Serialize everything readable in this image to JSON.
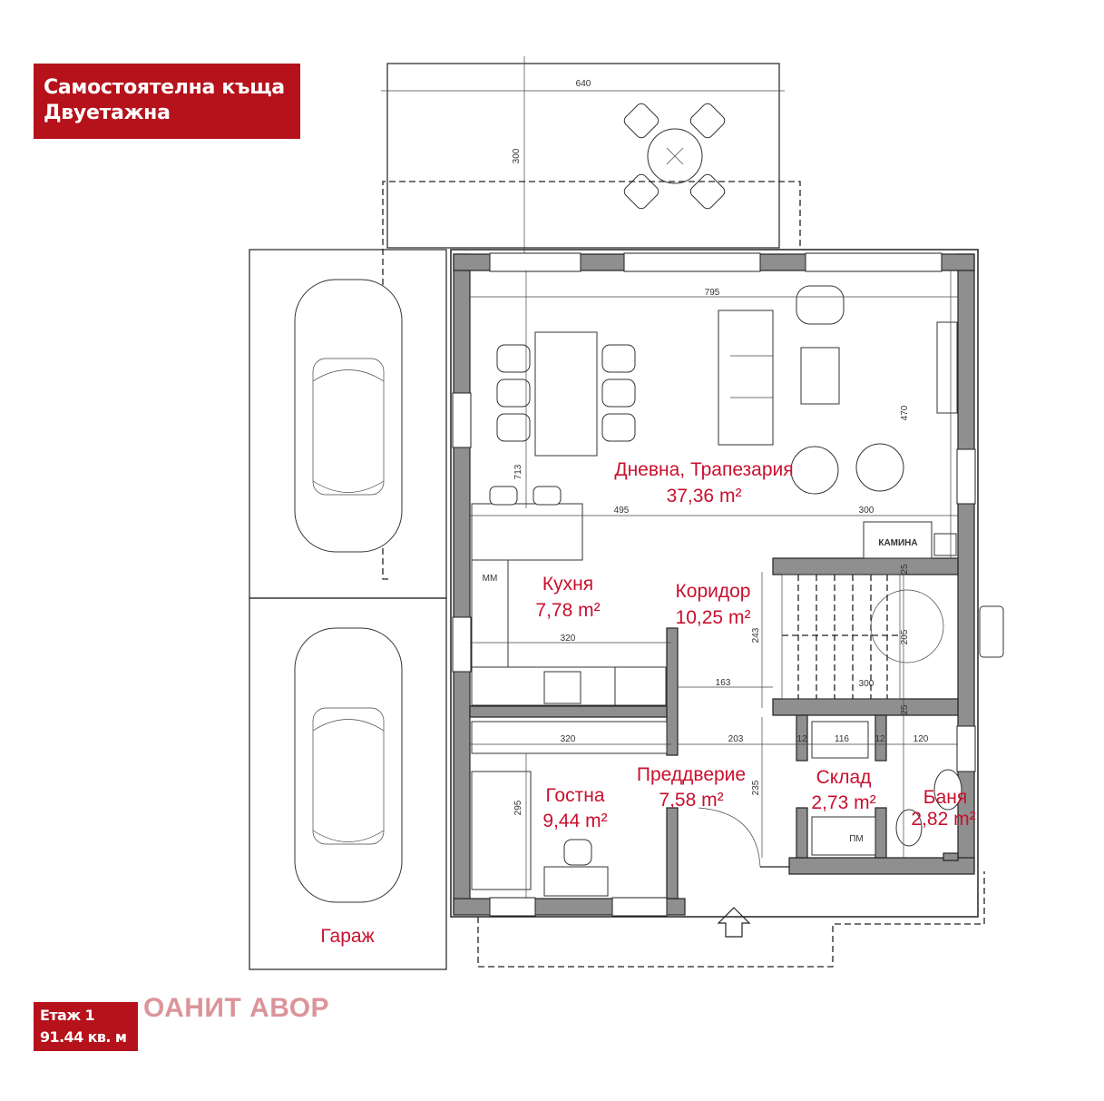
{
  "header": {
    "title_line1": "Самостоятелна къща",
    "title_line2": "Двуетажна"
  },
  "floor": {
    "label": "Етаж 1",
    "area": "91.44 кв. м"
  },
  "watermark": "ОАНИТ АВОР",
  "rooms": {
    "living": {
      "name": "Дневна, Трапезария",
      "area": "37,36 m²"
    },
    "kitchen": {
      "name": "Кухня",
      "area": "7,78 m²"
    },
    "corridor": {
      "name": "Коридор",
      "area": "10,25 m²"
    },
    "guest": {
      "name": "Гостна",
      "area": "9,44 m²"
    },
    "entry": {
      "name": "Преддверие",
      "area": "7,58 m²"
    },
    "storage": {
      "name": "Склад",
      "area": "2,73 m²"
    },
    "bath": {
      "name": "Баня",
      "area": "2,82 m²"
    },
    "garage": {
      "name": "Гараж"
    }
  },
  "labels": {
    "fireplace": "КАМИНА",
    "dishwasher": "ММ",
    "washer": "ПМ"
  },
  "dimensions": {
    "terrace_width": "640",
    "terrace_depth": "300",
    "living_width": "795",
    "living_depth": "470",
    "kitchen_depth": "713",
    "kitchen_span": "495",
    "fire_span": "300",
    "kitchen_len": "320",
    "corr_depth": "243",
    "stair_len": "205",
    "corr_width": "163",
    "guest_len": "320",
    "entry_width": "203",
    "storage_width": "116",
    "bath_width": "120",
    "storage_depth": "235",
    "guest_depth": "295",
    "stair_wall_top": "25",
    "stair_wall_bot": "25",
    "stair_run": "300",
    "wall_a": "12",
    "wall_b": "12"
  },
  "colors": {
    "brand": "#b5121b",
    "room_text": "#c8102e",
    "wall": "#8f8f8f"
  }
}
